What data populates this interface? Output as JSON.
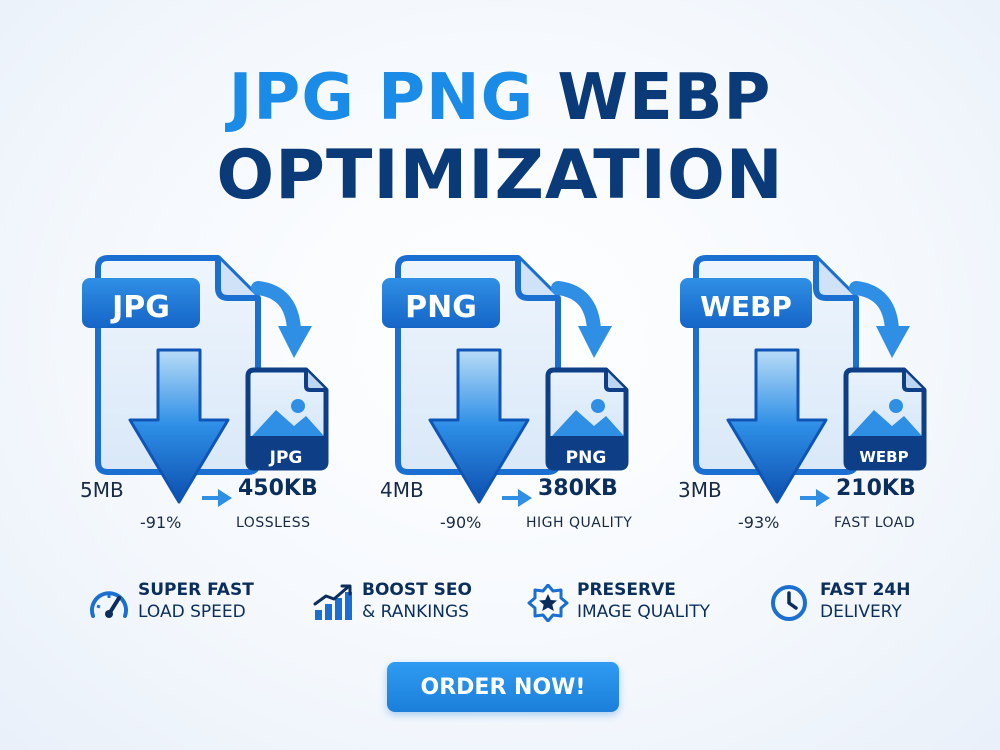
{
  "headline": {
    "line1": [
      {
        "text": "JPG ",
        "tone": "light"
      },
      {
        "text": "PNG ",
        "tone": "light"
      },
      {
        "text": "WEBP",
        "tone": "dark"
      }
    ],
    "line2": "OPTIMIZATION"
  },
  "cards": [
    {
      "format": "JPG",
      "badge": "JPG",
      "original_size": "5MB",
      "new_size": "450KB",
      "reduction": "-91%",
      "note": "LOSSLESS"
    },
    {
      "format": "PNG",
      "badge": "PNG",
      "original_size": "4MB",
      "new_size": "380KB",
      "reduction": "-90%",
      "note": "HIGH QUALITY"
    },
    {
      "format": "WEBP",
      "badge": "WEBP",
      "original_size": "3MB",
      "new_size": "210KB",
      "reduction": "-93%",
      "note": "FAST LOAD"
    }
  ],
  "features": [
    {
      "icon": "speedometer-icon",
      "line1": "SUPER FAST",
      "line2": "LOAD SPEED"
    },
    {
      "icon": "bar-chart-growth-icon",
      "line1": "BOOST SEO",
      "line2": "& RANKINGS"
    },
    {
      "icon": "star-badge-icon",
      "line1": "PRESERVE",
      "line2": "IMAGE QUALITY"
    },
    {
      "icon": "clock-icon",
      "line1": "FAST 24H",
      "line2": "DELIVERY"
    }
  ],
  "cta": {
    "label": "ORDER NOW!"
  },
  "colors": {
    "primary_dark": "#0b3a78",
    "accent_blue": "#1a8be6",
    "button_blue": "#1b7fd9"
  }
}
